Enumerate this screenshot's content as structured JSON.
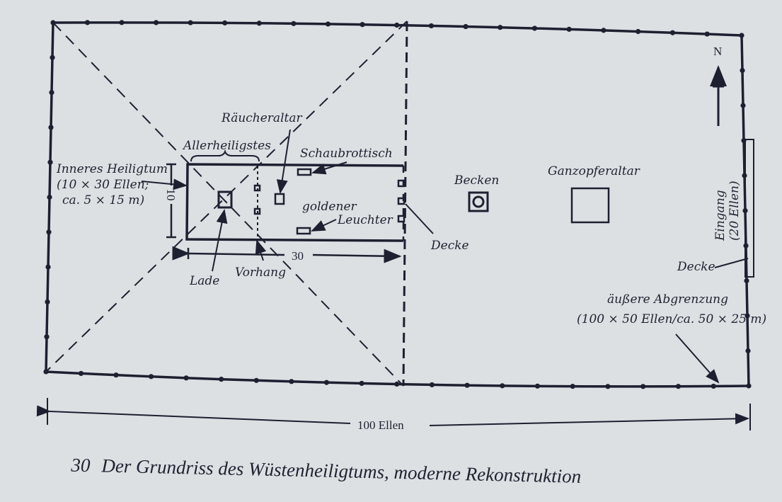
{
  "figure": {
    "caption_number": "30",
    "caption": "Der Grundriss des Wüstenheiligtums, moderne Rekonstruktion",
    "north": "N",
    "labels": {
      "raeucheraltar": "Räucheraltar",
      "allerheiligstes": "Allerheiligstes",
      "schaubrottisch": "Schaubrottisch",
      "inneres_1": "Inneres Heiligtum",
      "inneres_2": "(10 × 30 Ellen;",
      "inneres_3": "ca. 5 × 15 m)",
      "dim_10": "10",
      "dim_30": "30",
      "goldener": "goldener",
      "leuchter": "Leuchter",
      "decke_inner": "Decke",
      "lade": "Lade",
      "vorhang": "Vorhang",
      "becken": "Becken",
      "ganzopferaltar": "Ganzopferaltar",
      "eingang_1": "Eingang",
      "eingang_2": "(20 Ellen)",
      "decke_outer": "Decke",
      "aeussere_1": "äußere Abgrenzung",
      "aeussere_2": "(100 × 50 Ellen/ca. 50 × 25 m)",
      "dim_100": "100 Ellen"
    }
  }
}
